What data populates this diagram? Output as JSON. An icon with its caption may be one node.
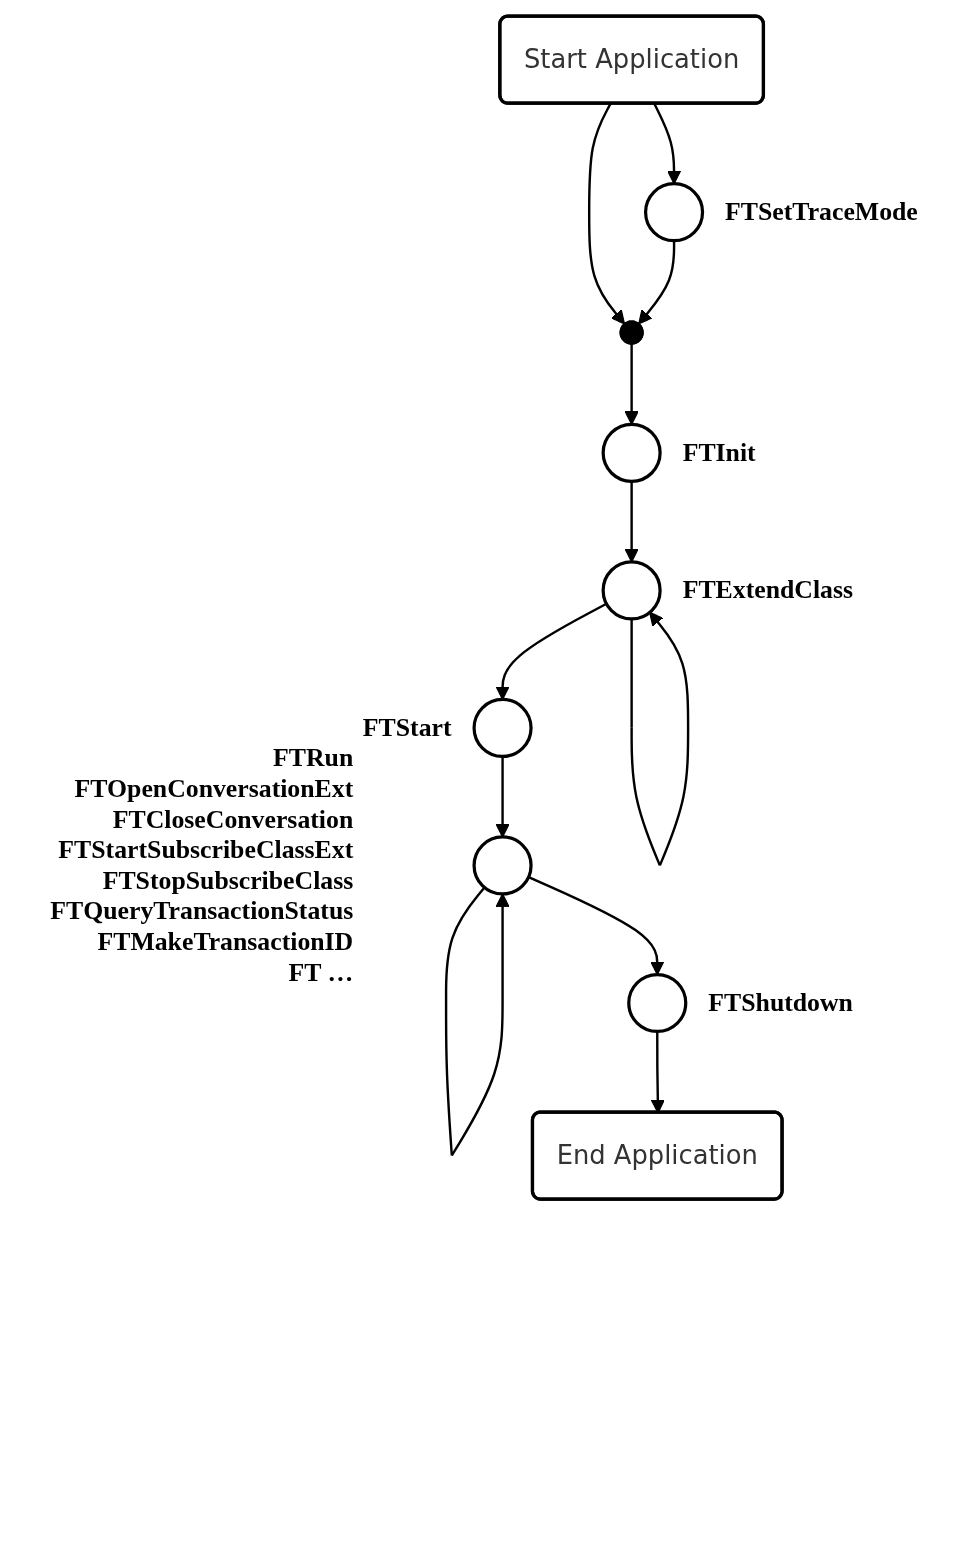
{
  "diagram": {
    "nodes": [
      {
        "text": [
          "Start Application"
        ]
      },
      {
        "text": [],
        "shape": "circle",
        "beside": [
          "FTSetTraceMode"
        ]
      },
      {
        "text": [],
        "shape": "dot"
      },
      {
        "text": [],
        "shape": "circle",
        "beside": [
          "FTInit"
        ]
      },
      {
        "text": [],
        "shape": "circle",
        "beside": [
          "FTExtendClass"
        ]
      },
      {
        "text": [],
        "shape": "circle",
        "beside": [
          "FTStart"
        ]
      },
      {
        "text": [],
        "shape": "circle",
        "beside": [
          "FTRun",
          "FTOpenConversationExt",
          "FTCloseConversation",
          "FTStartSubscribeClassExt",
          "FTStopSubscribeClass",
          "FTQueryTransactionStatus",
          "FTMakeTransactionID",
          "FT …"
        ]
      },
      {
        "text": [],
        "shape": "circle",
        "beside": [
          "FTShutdown"
        ]
      },
      {
        "text": [
          "End Application"
        ]
      }
    ],
    "edges": [
      {
        "from": 0,
        "to": 2,
        "arrow": "to"
      },
      {
        "from": 0,
        "to": 1,
        "arrow": "to"
      },
      {
        "from": 1,
        "to": 2,
        "arrow": "to"
      },
      {
        "from": 2,
        "to": 3,
        "arrow": "to"
      },
      {
        "from": 3,
        "to": 4,
        "arrow": "to"
      },
      {
        "from": 4,
        "to": 4,
        "arrow": "to"
      },
      {
        "from": 4,
        "to": 5,
        "arrow": "to"
      },
      {
        "from": 5,
        "to": 6,
        "arrow": "to"
      },
      {
        "from": 6,
        "to": 6,
        "arrow": "to"
      },
      {
        "from": 6,
        "to": 7,
        "arrow": "to"
      },
      {
        "from": 7,
        "to": 8,
        "arrow": "to"
      }
    ]
  }
}
